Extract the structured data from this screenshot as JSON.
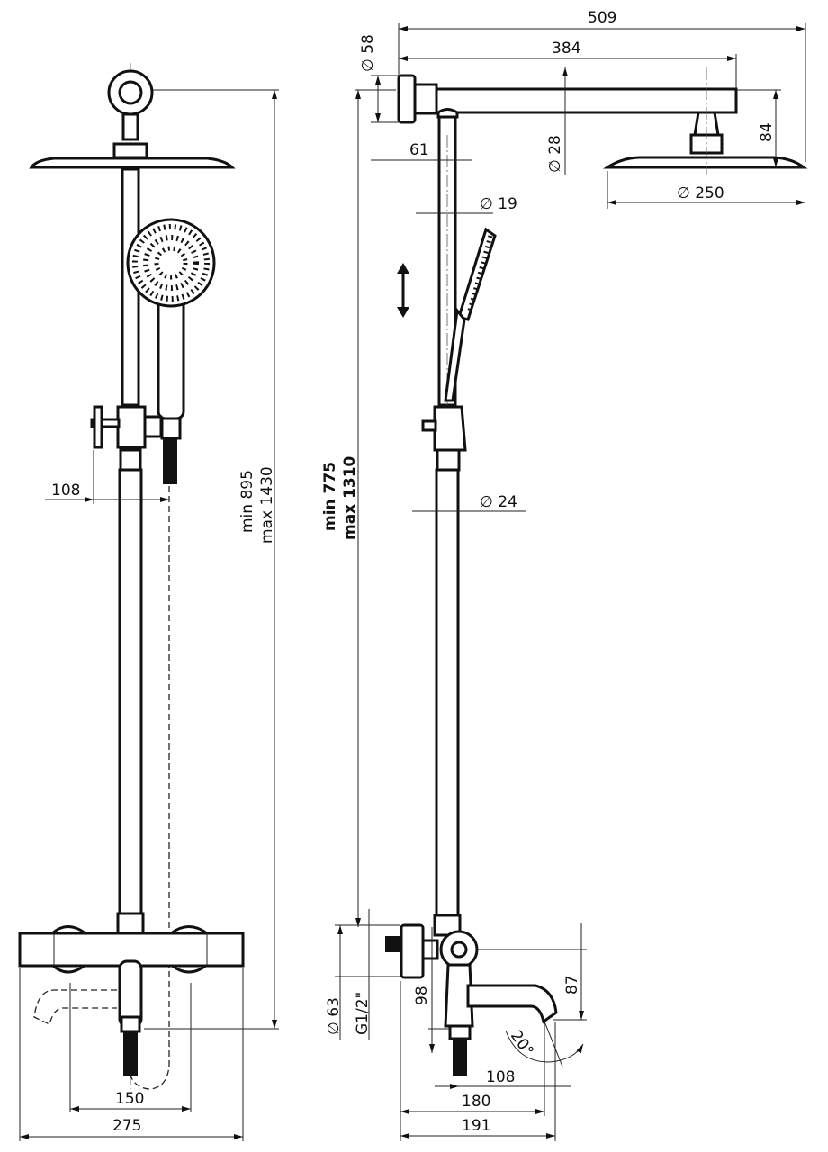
{
  "front_view": {
    "height_min": "min 895",
    "height_max": "max 1430",
    "hose_offset": "108",
    "inlet_spacing": "150",
    "body_width": "275"
  },
  "side_view": {
    "arm_total": "509",
    "arm_length": "384",
    "flange_diameter": "∅ 58",
    "head_drop": "84",
    "wall_to_rod": "61",
    "arm_diameter": "∅ 28",
    "head_diameter": "∅ 250",
    "upper_rod_diameter": "∅ 19",
    "lower_rod_diameter": "∅ 24",
    "height_min": "min 775",
    "height_max": "max 1310",
    "eccentric_diameter": "∅ 63",
    "thread": "G1/2\"",
    "outlet_drop": "98",
    "spout_drop": "87",
    "spout_angle": "20°",
    "spout_reach": "108",
    "spout_projection": "180",
    "total_projection": "191"
  },
  "icons": {
    "slide": "double-arrow-vertical-icon"
  }
}
